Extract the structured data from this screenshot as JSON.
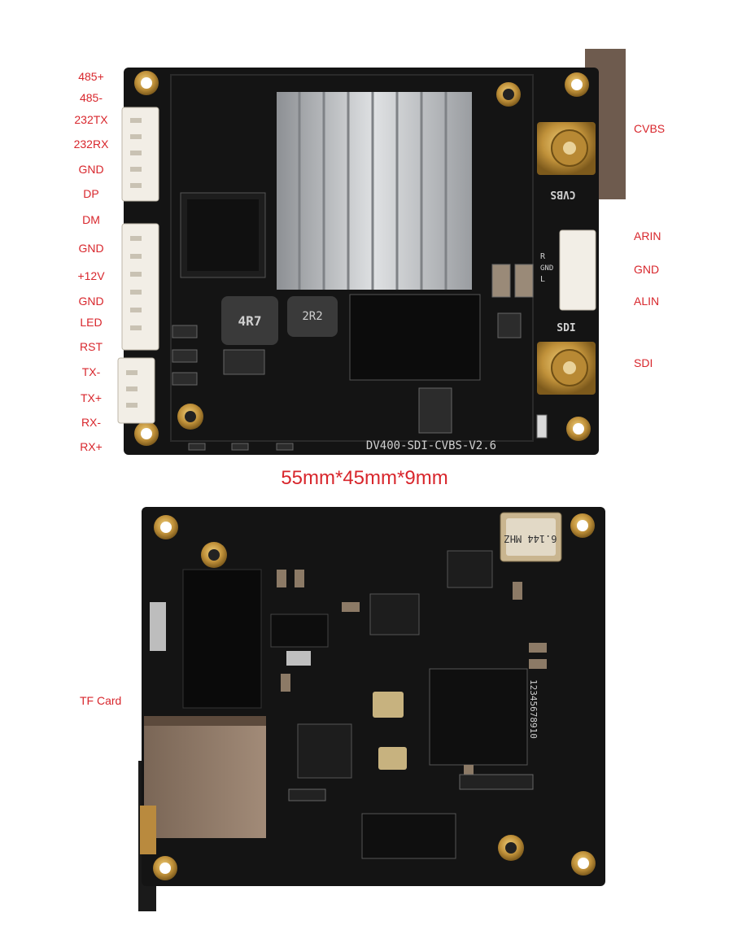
{
  "top_board": {
    "left_pins": [
      "485+",
      "485-",
      "232TX",
      "232RX",
      "GND",
      "DP",
      "DM",
      "GND",
      "+12V",
      "GND",
      "LED",
      "RST",
      "TX-",
      "TX+",
      "RX-",
      "RX+"
    ],
    "right_labels": {
      "cvbs": "CVBS",
      "arin": "ARIN",
      "gnd": "GND",
      "alin": "ALIN",
      "sdi": "SDI"
    },
    "silkscreen": {
      "model": "DV400-SDI-CVBS-V2.6",
      "cvbs": "CVBS",
      "sdi": "SDI",
      "inductor_1": "4R7",
      "inductor_2": "2R2",
      "audio_r": "R",
      "audio_gnd": "GND",
      "audio_l": "L"
    }
  },
  "dimensions": "55mm*45mm*9mm",
  "bottom_board": {
    "tf_card_label": "TF Card",
    "crystal": "6.144 MHZ",
    "dip_numbers": "12345678910"
  },
  "colors": {
    "label_red": "#d8262c",
    "pcb_black": "#141414",
    "gold": "#b8862e",
    "heatsink": "#b9bcc0"
  }
}
